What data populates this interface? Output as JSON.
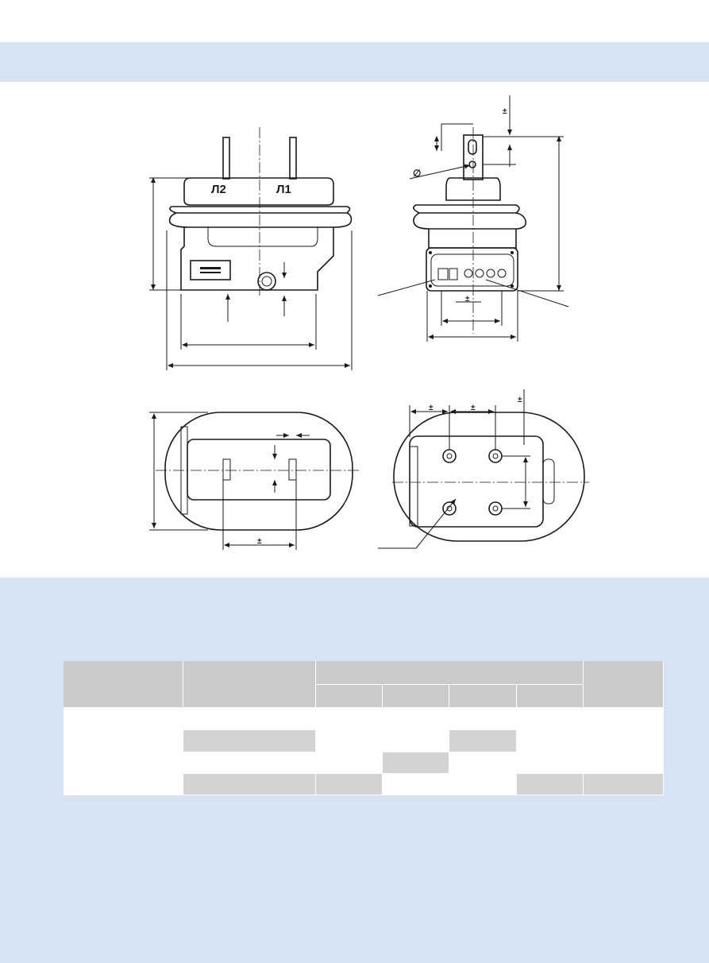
{
  "drawings": {
    "front_view": {
      "terminal_left": "Л2",
      "terminal_right": "Л1"
    },
    "symbols": {
      "tolerance": "±",
      "diameter": "∅"
    }
  },
  "table": {
    "header_rows": 2,
    "body_rows": 4
  },
  "colors": {
    "band": "#d6e3f4",
    "header_cell": "#cbcbcb",
    "gray_cell": "#d3d3d3",
    "white_cell": "#ffffff",
    "line": "#1a1a1a"
  }
}
